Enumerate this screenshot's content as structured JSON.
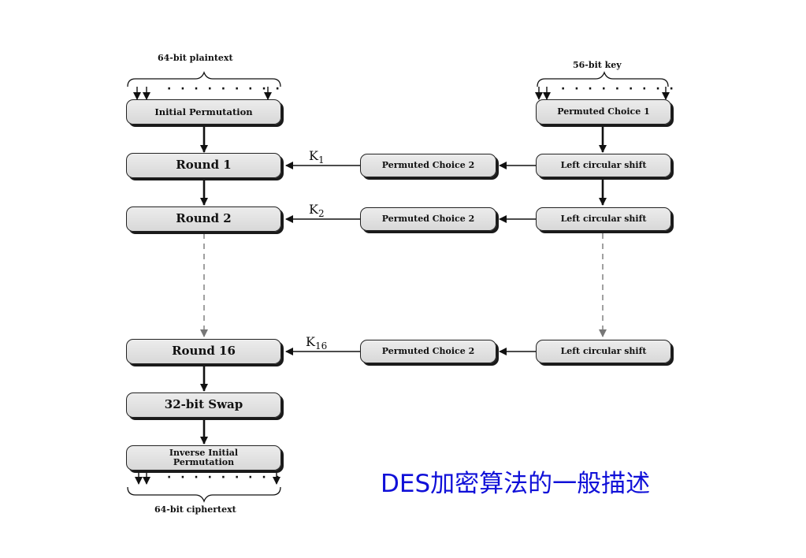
{
  "diagram": {
    "plaintext_label": "64-bit plaintext",
    "key_label": "56-bit key",
    "ciphertext_label": "64-bit ciphertext",
    "dots": "· · · · · · · · ·",
    "initial_permutation": "Initial Permutation",
    "permuted_choice_1": "Permuted Choice 1",
    "permuted_choice_2": "Permuted Choice 2",
    "left_circular_shift": "Left circular shift",
    "round_1": "Round 1",
    "round_2": "Round 2",
    "round_16": "Round 16",
    "swap": "32-bit Swap",
    "inverse_line1": "Inverse Initial",
    "inverse_line2": "Permutation",
    "k1": {
      "letter": "K",
      "sub": "1"
    },
    "k2": {
      "letter": "K",
      "sub": "2"
    },
    "k16": {
      "letter": "K",
      "sub": "16"
    }
  },
  "caption": "DES加密算法的一般描述",
  "colors": {
    "caption": "#1010d8",
    "box_fill": "#e2e2e2",
    "line": "#111111",
    "dashed": "#888888"
  }
}
